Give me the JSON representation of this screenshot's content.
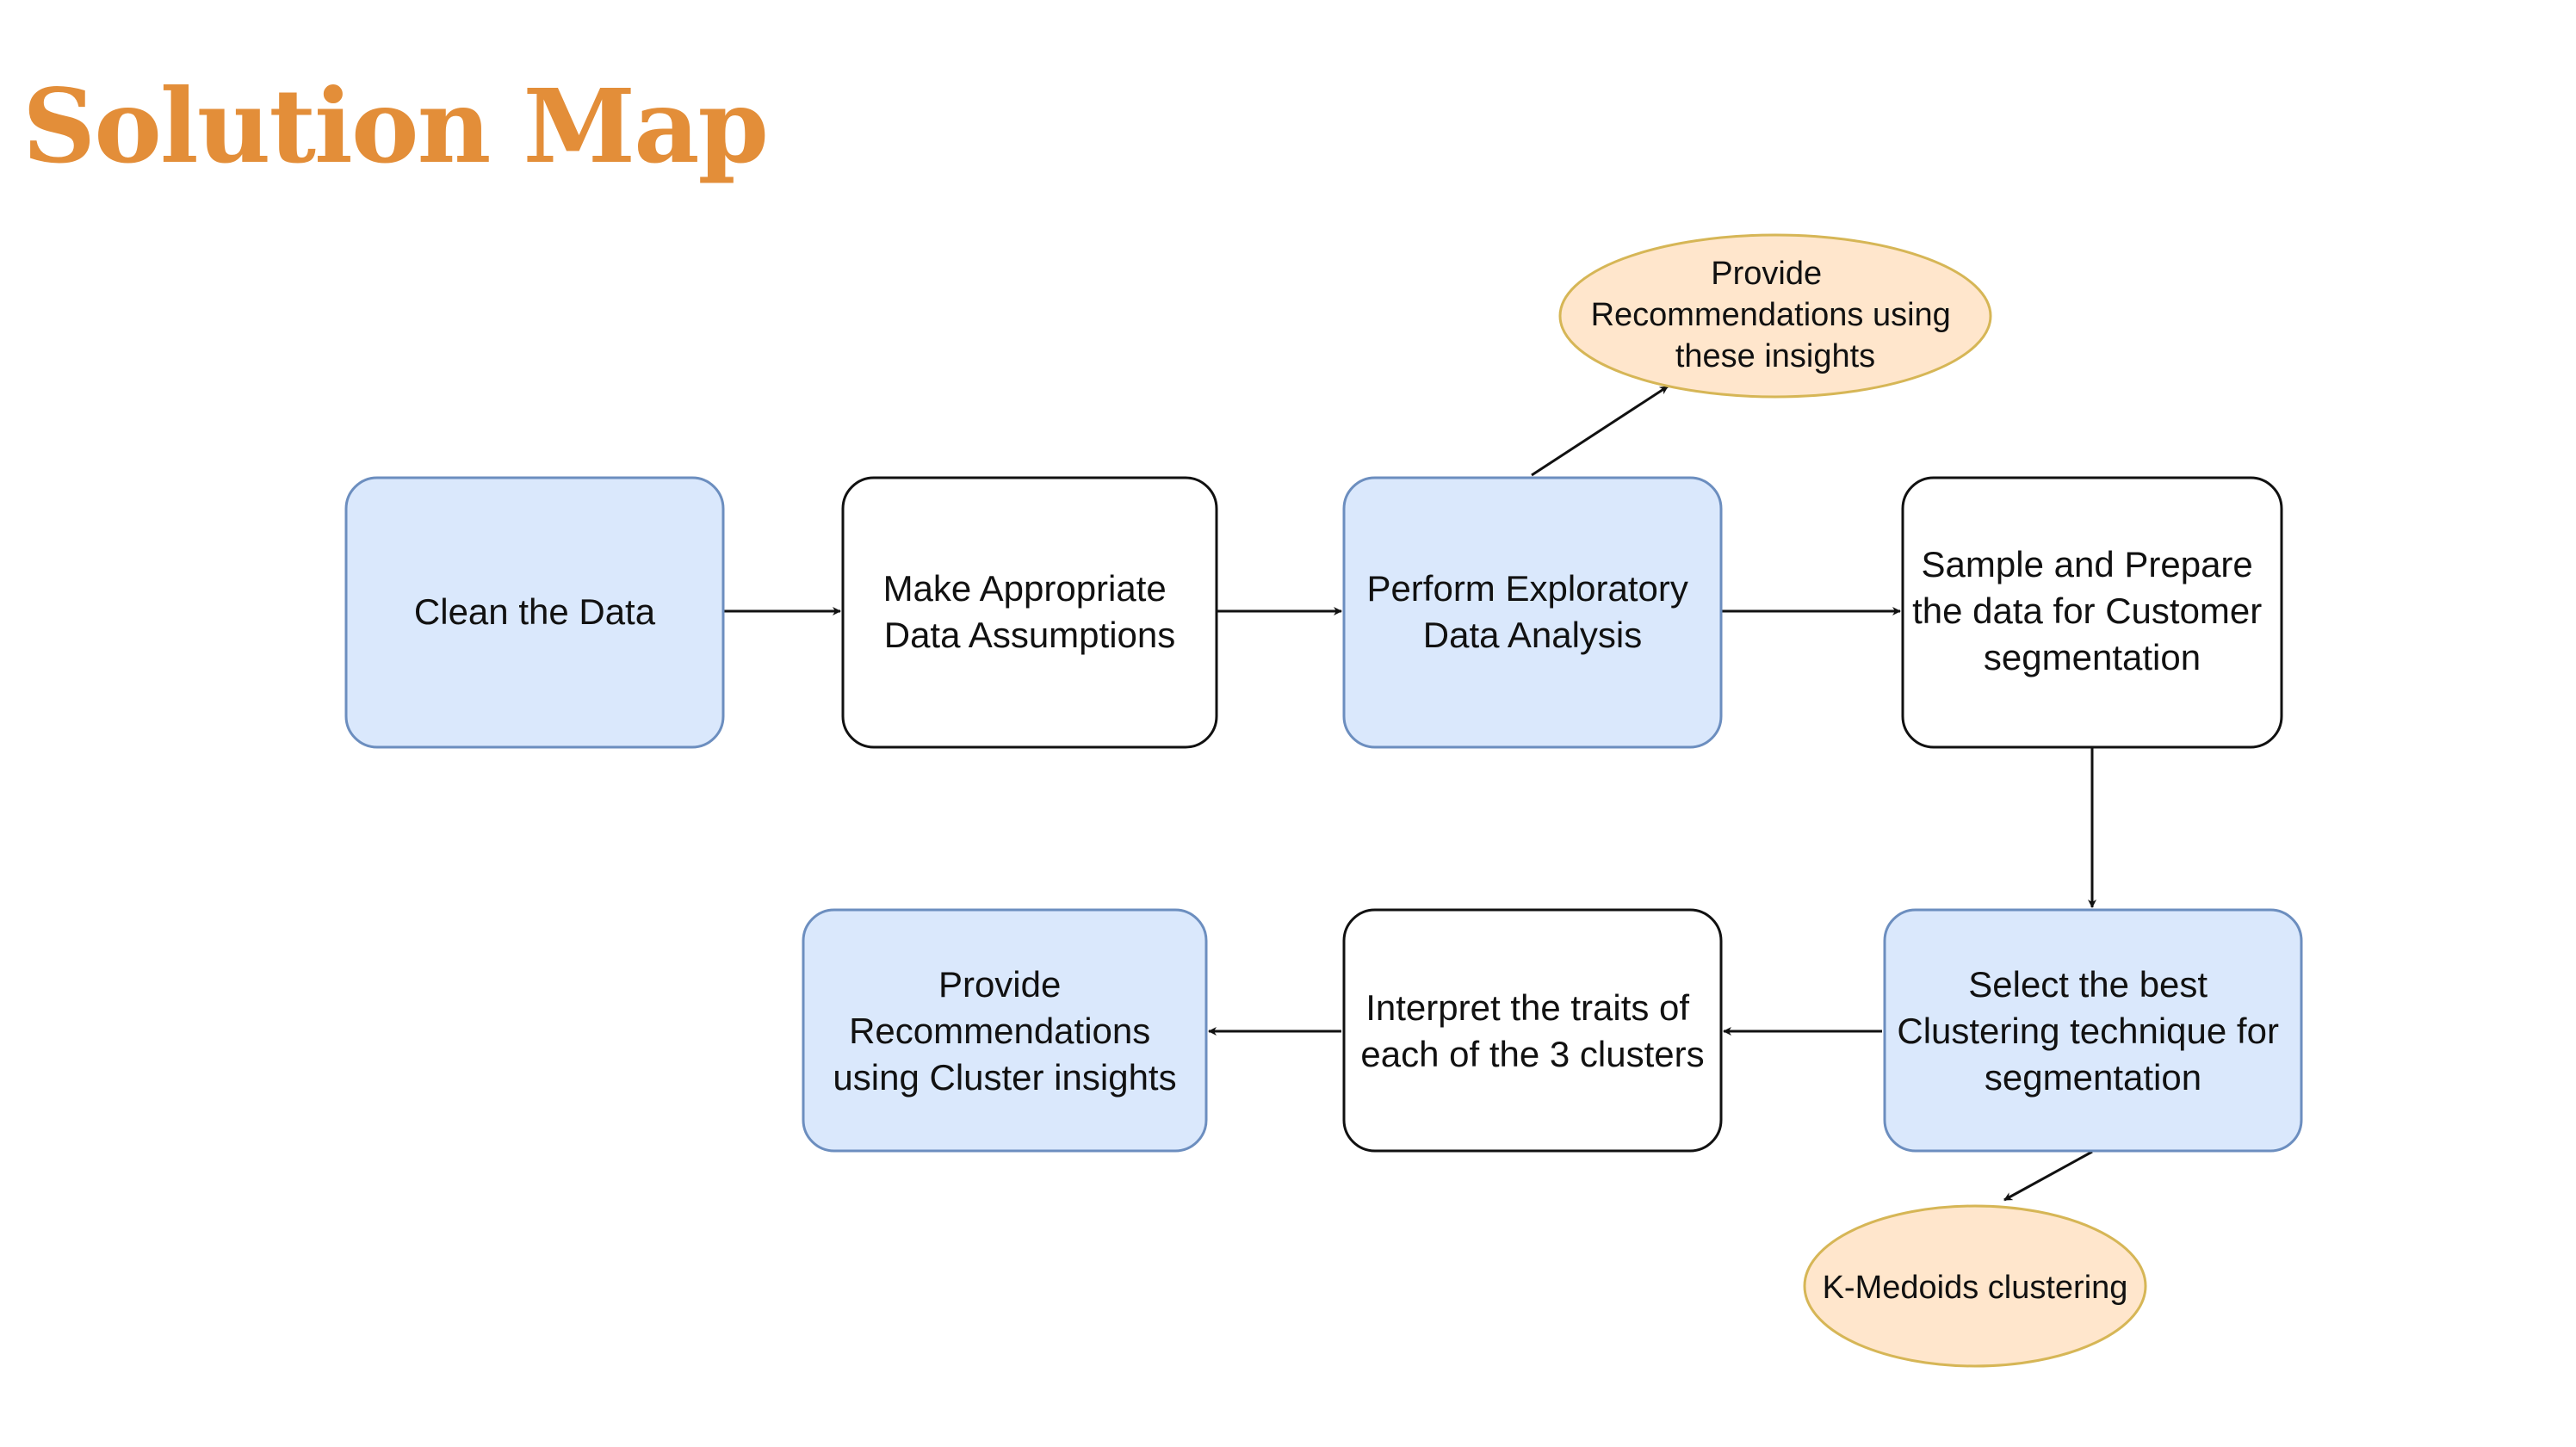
{
  "title": "Solution Map",
  "colors": {
    "title": "#E38E39",
    "blue_fill": "#DAE8FC",
    "blue_stroke": "#6C8EBF",
    "white_fill": "#FFFFFF",
    "white_stroke": "#111111",
    "orange_fill": "#FFE6CC",
    "orange_stroke": "#D6B656"
  },
  "nodes": {
    "clean": {
      "lines": [
        "Clean the Data"
      ]
    },
    "assumptions": {
      "lines": [
        "Make Appropriate",
        "Data Assumptions"
      ]
    },
    "eda": {
      "lines": [
        "Perform Exploratory",
        "Data Analysis"
      ]
    },
    "sample": {
      "lines": [
        "Sample and Prepare",
        "the data for Customer",
        "segmentation"
      ]
    },
    "eda_reco": {
      "lines": [
        "Provide",
        "Recommendations using",
        "these insights"
      ]
    },
    "select": {
      "lines": [
        "Select the best",
        "Clustering technique for",
        "segmentation"
      ]
    },
    "interpret": {
      "lines": [
        "Interpret the traits of",
        "each of the 3 clusters"
      ]
    },
    "cluster_reco": {
      "lines": [
        "Provide",
        "Recommendations",
        "using Cluster insights"
      ]
    },
    "kmedoids": {
      "lines": [
        "K-Medoids clustering"
      ]
    }
  }
}
